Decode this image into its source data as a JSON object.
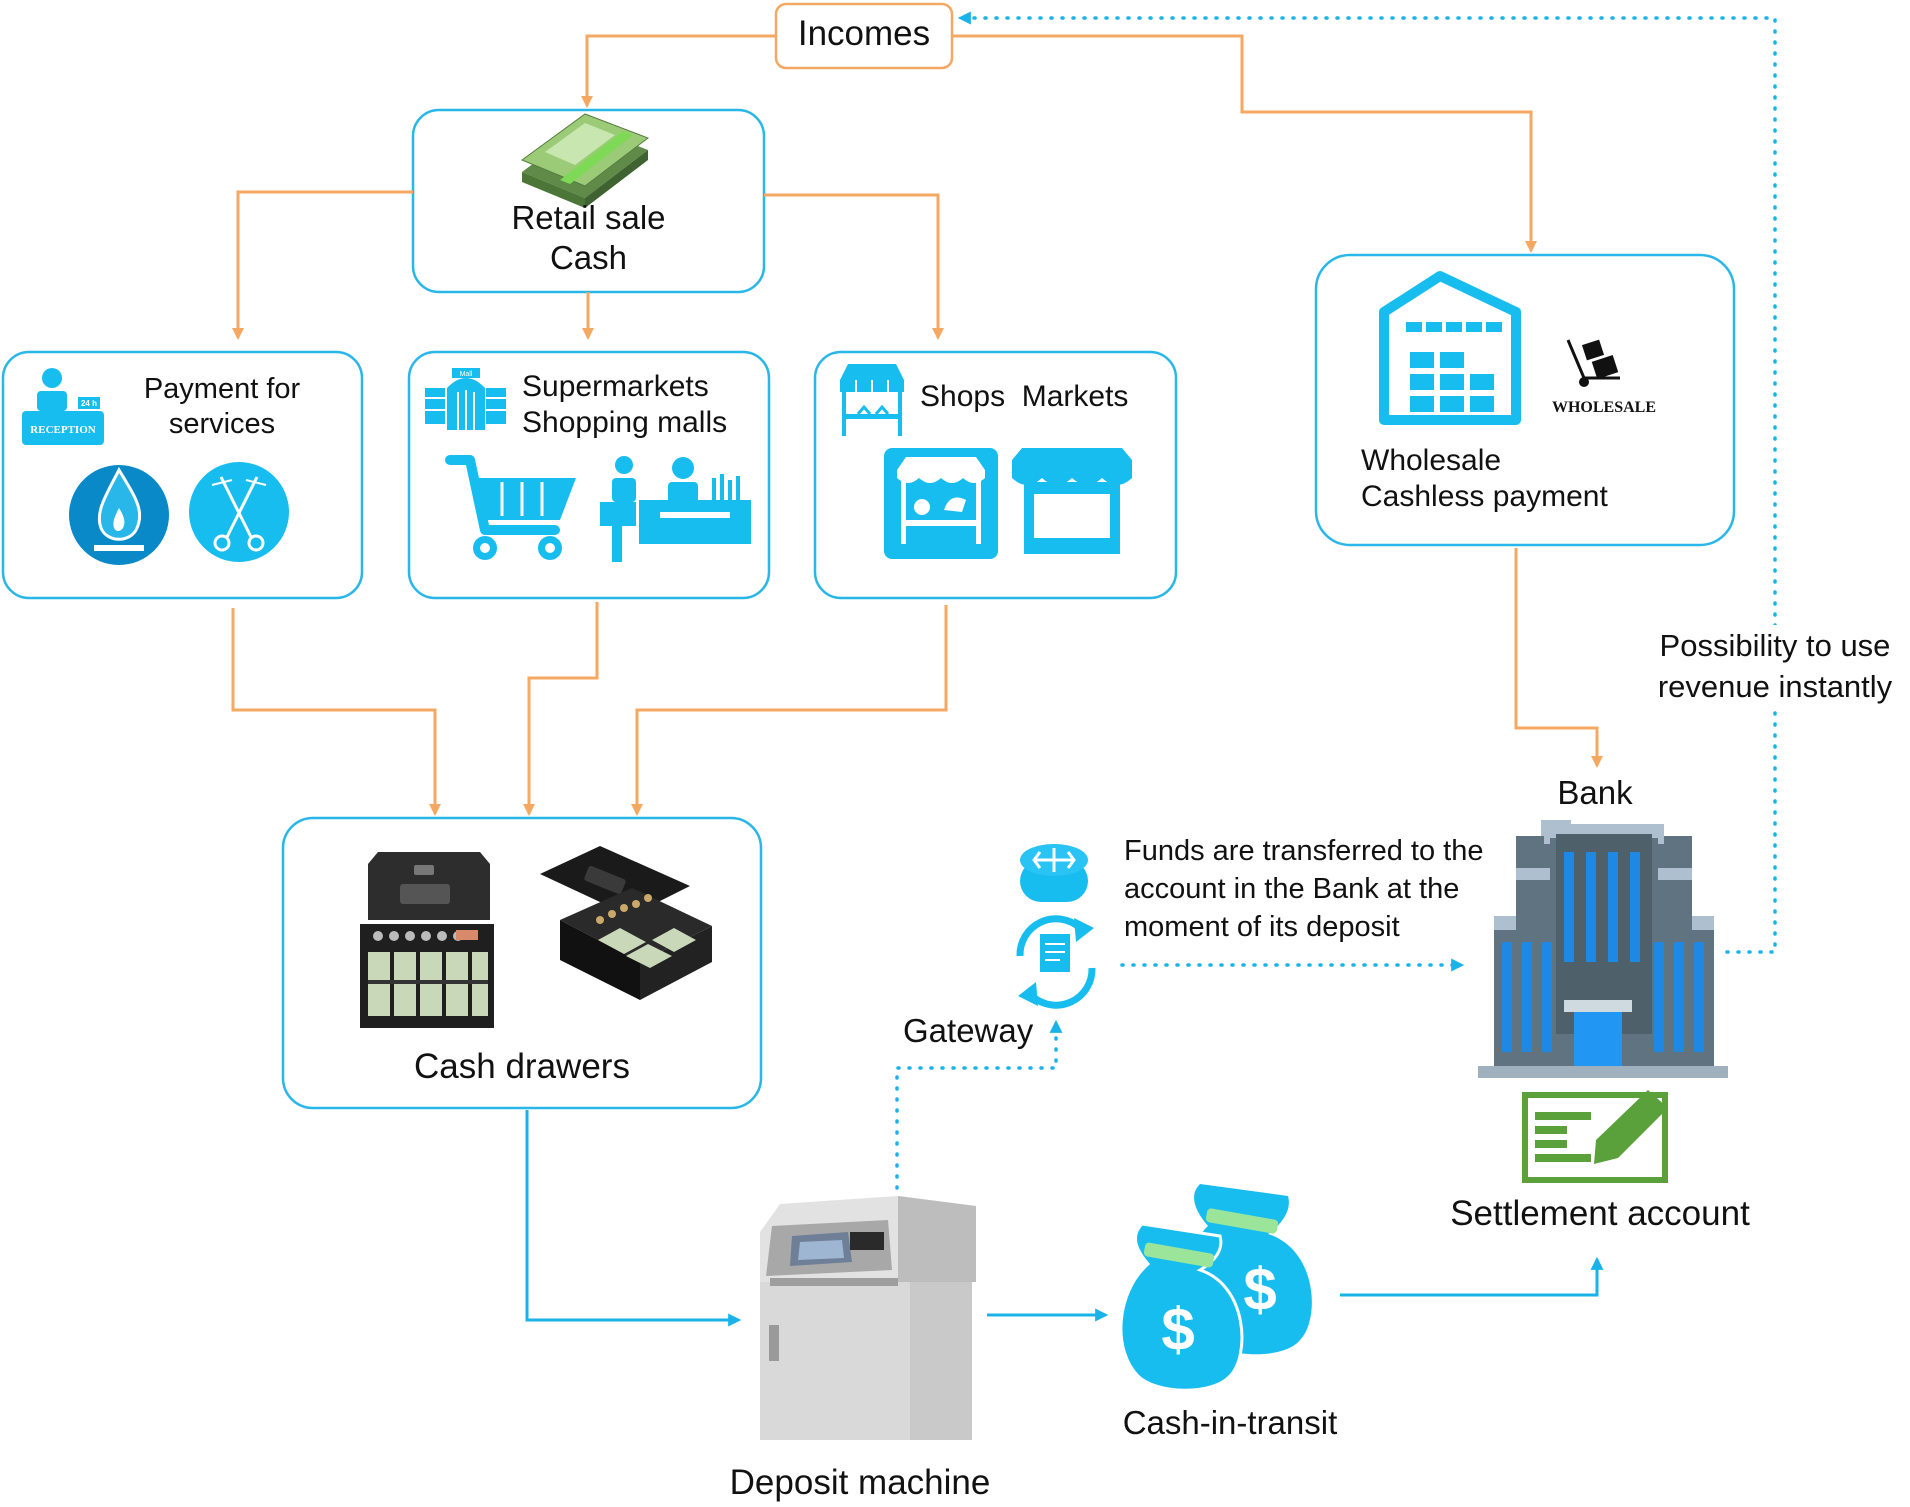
{
  "nodes": {
    "incomes": {
      "label": "Incomes"
    },
    "retail": {
      "line1": "Retail sale",
      "line2": "Cash",
      "icon": "money-stack-icon"
    },
    "services": {
      "line1": "Payment for",
      "line2": "services",
      "icons": [
        "reception-icon",
        "gas-flame-icon",
        "scissors-icon"
      ],
      "reception_badge": "RECEPTION",
      "reception_sign": "24 h"
    },
    "supermarkets": {
      "line1": "Supermarkets",
      "line2": "Shopping malls",
      "icons": [
        "mall-icon",
        "shopping-cart-icon",
        "cashier-icon"
      ],
      "mall_sign": "Mall"
    },
    "shops": {
      "label": "Shops  Markets",
      "icons": [
        "market-stall-icon",
        "grocery-stall-icon",
        "shop-front-icon"
      ]
    },
    "wholesale": {
      "line1": "Wholesale",
      "line2": "Cashless payment",
      "icons": [
        "warehouse-icon",
        "hand-truck-icon"
      ],
      "badge": "WHOLESALE"
    },
    "cash_drawers": {
      "label": "Cash drawers",
      "icon": "cash-box-icon"
    },
    "deposit_machine": {
      "label": "Deposit machine",
      "icon": "atm-icon"
    },
    "cash_in_transit": {
      "label": "Cash-in-transit",
      "icon": "money-bags-icon"
    },
    "gateway": {
      "label": "Gateway",
      "icons": [
        "router-icon",
        "sync-document-icon"
      ]
    },
    "bank": {
      "label": "Bank",
      "icon": "bank-building-icon"
    },
    "settlement": {
      "label": "Settlement account",
      "icon": "check-document-icon"
    }
  },
  "annotations": {
    "funds_transfer": [
      "Funds are transferred to the",
      "account in the Bank at the",
      "moment of its deposit"
    ],
    "instant_revenue": [
      "Possibility to use",
      "revenue instantly"
    ]
  },
  "colors": {
    "node_border": "#29b6e8",
    "orange_arrow": "#f5a862",
    "blue_arrow": "#19b3ea",
    "icon_blue": "#18bdf0",
    "money_green": "#7ed957"
  }
}
